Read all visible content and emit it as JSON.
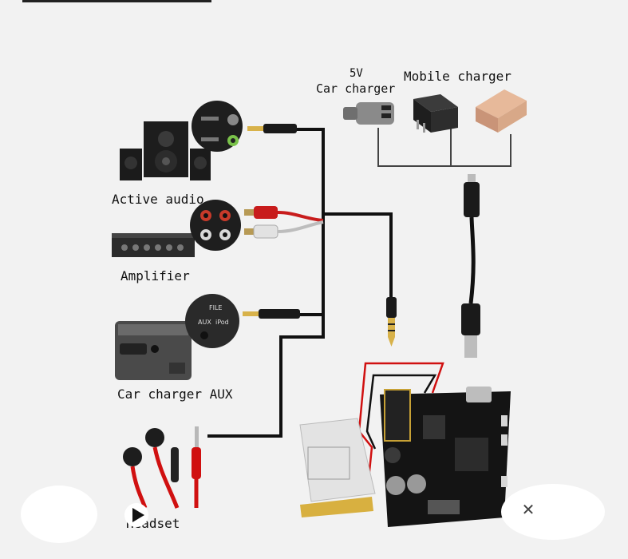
{
  "labels": {
    "five_volt": "5V",
    "car_charger": "Car charger",
    "mobile_charger": "Mobile charger",
    "active_audio": "Active audio",
    "amplifier": "Amplifier",
    "car_charger_aux": "Car charger AUX",
    "headset": "Headset"
  },
  "device_text": {
    "aux_panel": "AUX",
    "ipod_panel": "iPod",
    "file_panel": "FILE"
  },
  "colors": {
    "wire": "#111111",
    "red_wire": "#d01010",
    "board": "#141414",
    "battery": "#e4e4e4",
    "background": "#f2f2f2"
  }
}
